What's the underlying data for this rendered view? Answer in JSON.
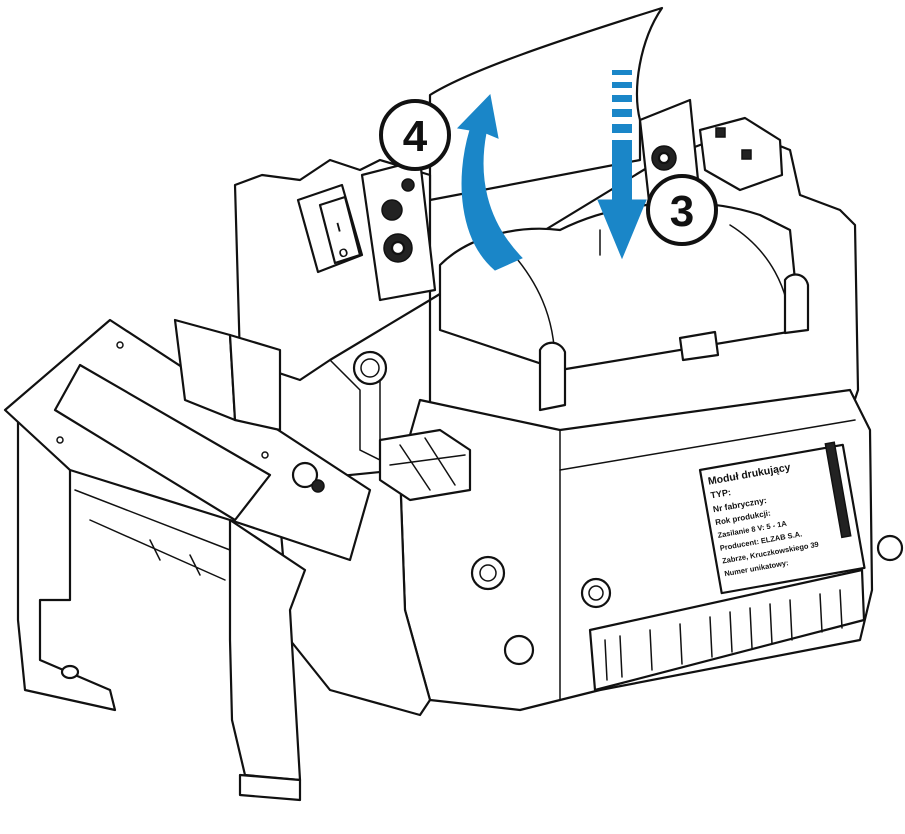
{
  "callouts": {
    "step_4": "4",
    "step_3": "3"
  },
  "arrow_color": "#1a86c8",
  "module_label": {
    "title_line1": "Moduł drukujący",
    "line2": "TYP:",
    "line3": "Nr fabryczny:",
    "line4": "Rok produkcji:",
    "line5": "Zasilanie 8 V: 5 - 1A",
    "line6": "Producent: ELZAB S.A.",
    "line7": "Zabrze, Kruczkowskiego 39",
    "line8": "Numer unikatowy:"
  },
  "switch_marks": {
    "on": "I",
    "off": "O"
  }
}
